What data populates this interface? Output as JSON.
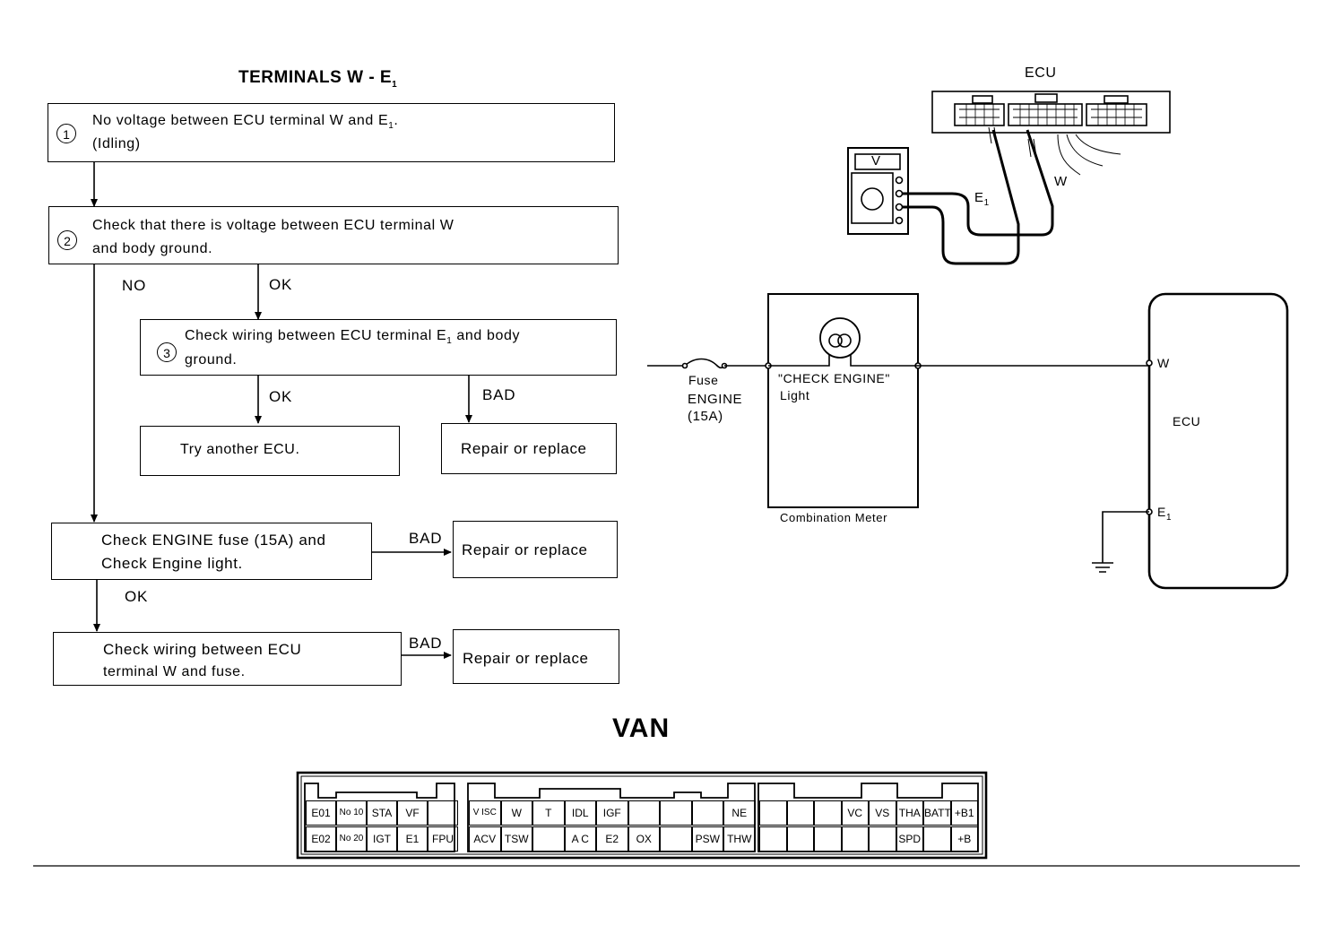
{
  "title": "TERMINALS W - E",
  "title_sub": "1",
  "flow": {
    "step1": {
      "num": "1",
      "line1": "No voltage between ECU terminal W and E",
      "line1_sub": "1",
      "line1_end": ".",
      "line2": "(Idling)"
    },
    "step2": {
      "num": "2",
      "line1": "Check that there is voltage between ECU terminal W",
      "line2": "and body ground."
    },
    "step3": {
      "num": "3",
      "line1": "Check wiring between ECU terminal E",
      "line1_sub": "1",
      "line1_end": " and body",
      "line2": "ground."
    },
    "try_ecu": "Try another ECU.",
    "repair1": "Repair or replace",
    "fuse_check": {
      "line1": "Check ENGINE fuse (15A) and",
      "line2": "Check Engine light."
    },
    "repair2": "Repair or replace",
    "wiring_check": {
      "line1": "Check wiring between ECU",
      "line2": "terminal W and fuse."
    },
    "repair3": "Repair or replace",
    "labels": {
      "no": "NO",
      "ok1": "OK",
      "ok2": "OK",
      "bad1": "BAD",
      "bad2": "BAD",
      "ok3": "OK",
      "bad3": "BAD"
    }
  },
  "meter_diagram": {
    "ecu_label": "ECU",
    "volt_label": "V",
    "e1_label": "E",
    "e1_sub": "1",
    "w_label": "W"
  },
  "circuit": {
    "fuse_label": "Fuse",
    "fuse_name": "ENGINE",
    "fuse_rating": "(15A)",
    "light_line1": "\"CHECK ENGINE\"",
    "light_line2": "Light",
    "meter_label": "Combination Meter",
    "terminal_w": "W",
    "ecu_label": "ECU",
    "terminal_e1": "E",
    "terminal_e1_sub": "1"
  },
  "connector": {
    "title": "VAN",
    "block1": {
      "top": [
        "E01",
        "No 10",
        "STA",
        "VF",
        ""
      ],
      "bottom": [
        "E02",
        "No 20",
        "IGT",
        "E1",
        "FPU"
      ]
    },
    "block2": {
      "top": [
        "V ISC",
        "W",
        "T",
        "IDL",
        "IGF",
        "",
        "",
        "",
        "NE"
      ],
      "bottom": [
        "ACV",
        "TSW",
        "",
        "A C",
        "E2",
        "OX",
        "",
        "PSW",
        "THW"
      ]
    },
    "block3": {
      "top": [
        "",
        "",
        "",
        "VC",
        "VS",
        "THA",
        "BATT",
        "+B1"
      ],
      "bottom": [
        "",
        "",
        "",
        "",
        "",
        "SPD",
        "",
        "+B"
      ]
    }
  }
}
